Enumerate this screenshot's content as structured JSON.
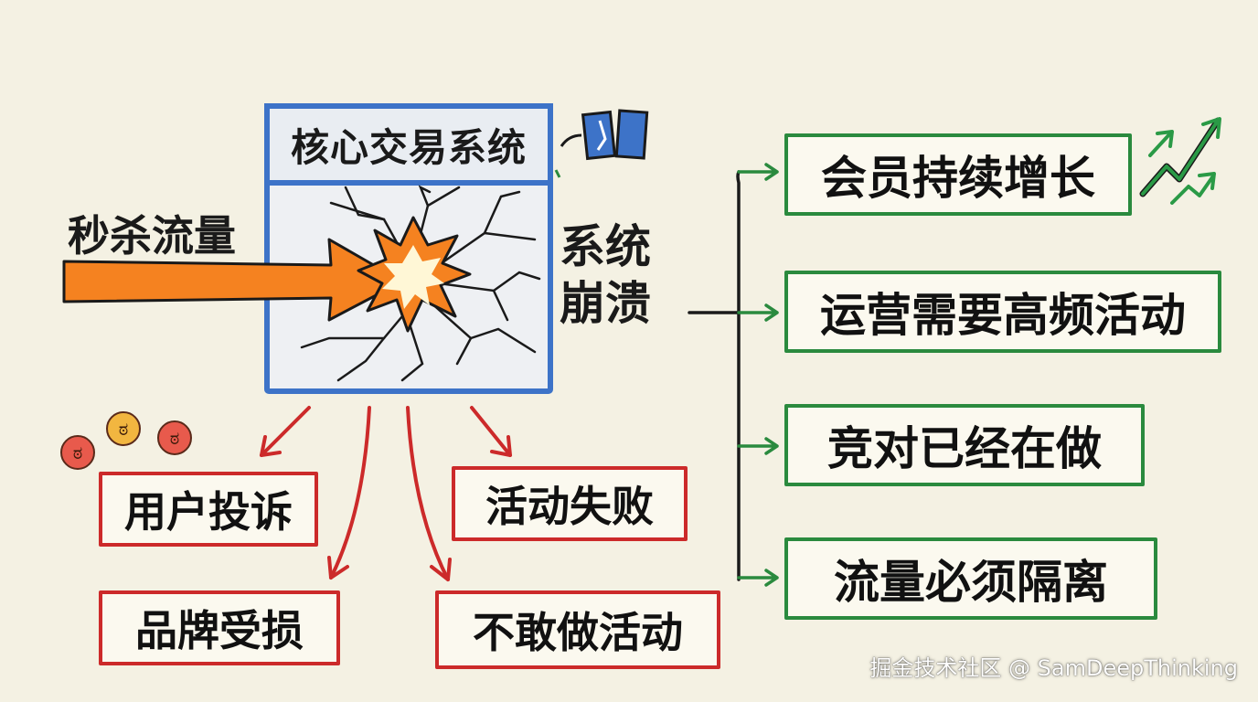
{
  "core_system": {
    "title": "核心交易系统"
  },
  "traffic": {
    "label": "秒杀流量"
  },
  "crash_label": [
    "系统",
    "崩溃"
  ],
  "consequences": [
    "用户投诉",
    "品牌受损",
    "不敢做活动",
    "活动失败"
  ],
  "reasons": [
    "会员持续增长",
    "运营需要高频活动",
    "竞对已经在做",
    "流量必须隔离"
  ],
  "watermark": "掘金技术社区 @ SamDeepThinking",
  "colors": {
    "background": "#f4f1e3",
    "system_box": "#3d73c8",
    "arrow": "#f58220",
    "negative": "#cc2a2a",
    "positive": "#2a8a3e"
  },
  "icons": [
    "broken-link-icon",
    "angry-face-icon",
    "frustrated-face-icon",
    "upward-trend-arrows-icon"
  ]
}
